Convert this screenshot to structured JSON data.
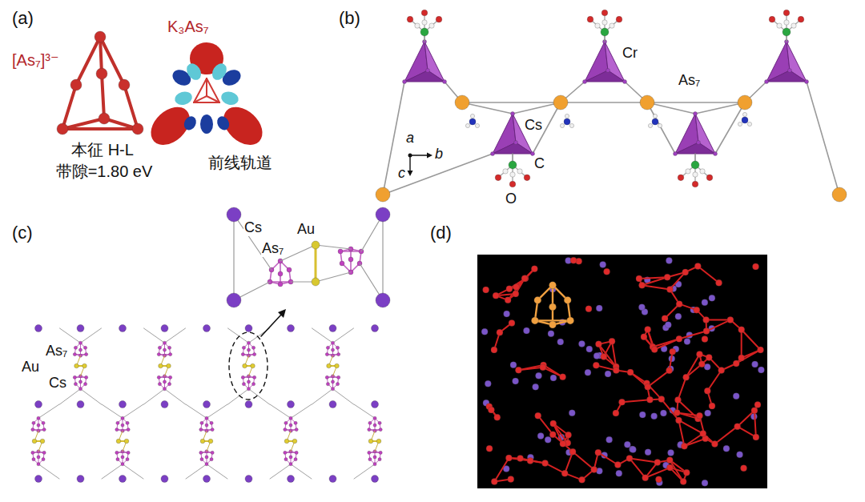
{
  "diagram": {
    "labels": [
      "(a)",
      "[As₇]³⁻",
      "K₃As₇",
      "本征 H-L",
      "带隙=1.80 eV",
      "前线轨道",
      "(b)",
      "Cr",
      "Cs",
      "As₇",
      "a",
      "b",
      "c",
      "C",
      "O",
      "(c)",
      "Cs",
      "Au",
      "As₇",
      "Au",
      "As₇",
      "Cs",
      "(d)"
    ]
  }
}
